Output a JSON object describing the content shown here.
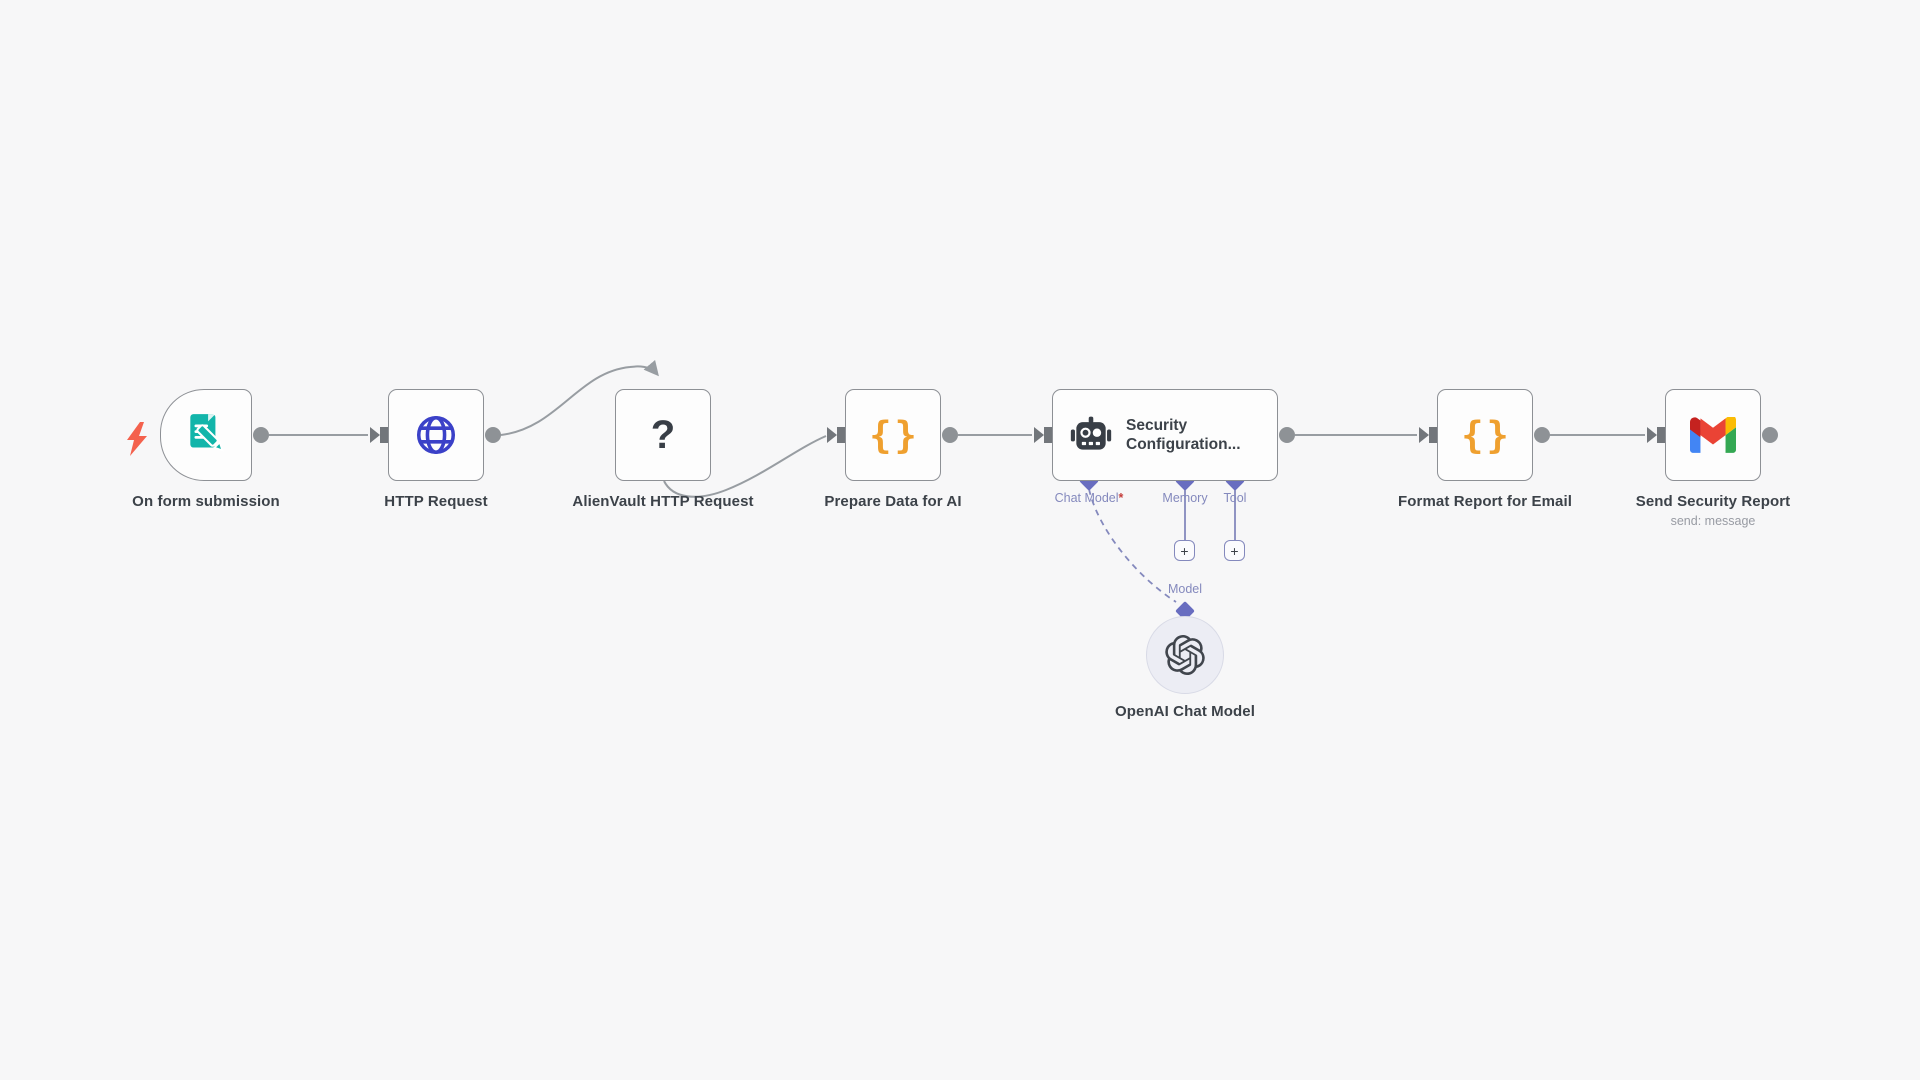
{
  "workflow": {
    "trigger": {
      "label": "On form submission"
    },
    "http": {
      "label": "HTTP Request"
    },
    "alienvault": {
      "label": "AlienVault HTTP Request",
      "icon_glyph": "?"
    },
    "prepare": {
      "label": "Prepare Data for AI",
      "icon_glyph": "{}"
    },
    "agent": {
      "title_line1": "Security",
      "title_line2": "Configuration...",
      "ports": {
        "chat_model": "Chat Model",
        "required_marker": "*",
        "memory": "Memory",
        "tool": "Tool"
      },
      "add_button": "+"
    },
    "format": {
      "label": "Format Report for Email",
      "icon_glyph": "{}"
    },
    "send": {
      "label": "Send Security Report",
      "sublabel": "send: message"
    },
    "model_node": {
      "label": "OpenAI Chat Model",
      "port_label": "Model"
    }
  },
  "colors": {
    "canvas-bg": "#f7f7f8",
    "node-border": "#8d9095",
    "conn": "#989da2",
    "teal": "#12b5aa",
    "indigo": "#3b41c8",
    "code-orange": "#efa02f",
    "dark-icon": "#383e46",
    "ai-purple": "#686dc0",
    "ai-purple-text": "#8489bd",
    "required-red": "#c43e3c",
    "bolt": "#f4614d",
    "gmail-blue": "#4285f4",
    "gmail-red": "#ea4335",
    "gmail-yellow": "#fbbc04",
    "gmail-green": "#34a853"
  }
}
